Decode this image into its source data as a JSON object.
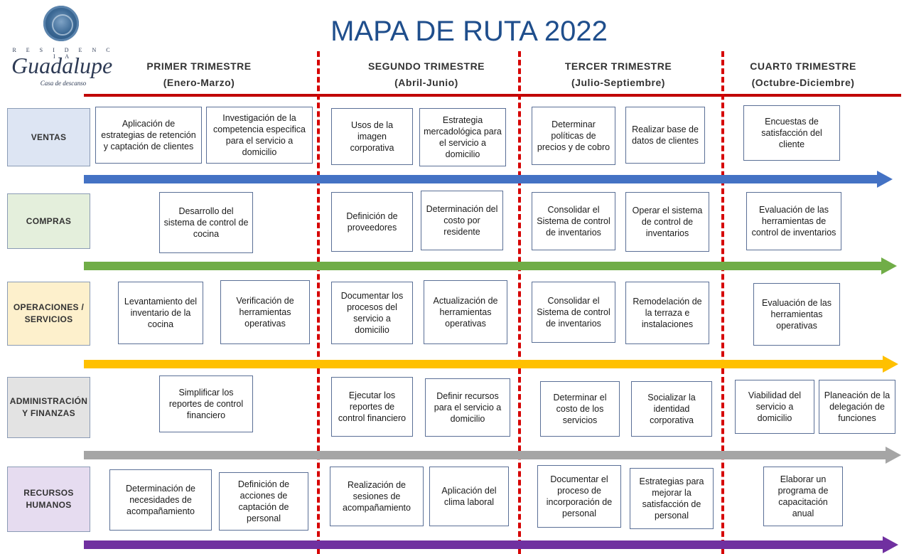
{
  "logo": {
    "top": "R E S I D E N C I A",
    "name": "Guadalupe",
    "sub": "Casa de descanso"
  },
  "title": "MAPA DE RUTA  2022",
  "quarters": [
    {
      "name": "PRIMER TRIMESTRE",
      "months": "(Enero-Marzo)"
    },
    {
      "name": "SEGUNDO TRIMESTRE",
      "months": "(Abril-Junio)"
    },
    {
      "name": "TERCER TRIMESTRE",
      "months": "(Julio-Septiembre)"
    },
    {
      "name": "CUART0 TRIMESTRE",
      "months": "(Octubre-Diciembre)"
    }
  ],
  "rows": [
    {
      "label": "VENTAS",
      "color": "#4472c4",
      "label_bg": "#dde5f3",
      "tasks": [
        "Aplicación de estrategias de retención y captación de clientes",
        "Investigación de la competencia especifica para el servicio a domicilio",
        "Usos de la imagen corporativa",
        "Estrategia mercadológica para el servicio a domicilio",
        "Determinar políticas de precios y de cobro",
        "Realizar base de datos de clientes",
        "Encuestas de satisfacción del cliente"
      ]
    },
    {
      "label": "COMPRAS",
      "color": "#70ad47",
      "label_bg": "#e4efdc",
      "tasks": [
        "Desarrollo del sistema de control de cocina",
        "Definición de proveedores",
        "Determinación del costo por residente",
        "Consolidar el Sistema de control de inventarios",
        "Operar el sistema de control de inventarios",
        "Evaluación de las herramientas de control de inventarios"
      ]
    },
    {
      "label": "OPERACIONES / SERVICIOS",
      "color": "#ffc000",
      "label_bg": "#fdf0cc",
      "tasks": [
        "Levantamiento del inventario de la cocina",
        "Verificación de herramientas operativas",
        "Documentar los procesos del servicio a domicilio",
        "Actualización de herramientas operativas",
        "Consolidar el Sistema de control de inventarios",
        "Remodelación de la terraza e instalaciones",
        "Evaluación de las herramientas operativas"
      ]
    },
    {
      "label": "ADMINISTRACIÓN Y FINANZAS",
      "color": "#a5a5a5",
      "label_bg": "#e3e3e3",
      "tasks": [
        "Simplificar los reportes de control financiero",
        "Ejecutar los reportes de control financiero",
        "Definir recursos para el servicio a domicilio",
        "Determinar el costo de los servicios",
        "Socializar la identidad corporativa",
        "Viabilidad del servicio a domicilio",
        "Planeación de la delegación de funciones"
      ]
    },
    {
      "label": "RECURSOS HUMANOS",
      "color": "#7030a0",
      "label_bg": "#e6dcf0",
      "tasks": [
        "Determinación de necesidades de acompañamiento",
        "Definición de acciones de captación de personal",
        "Realización de sesiones de acompañamiento",
        "Aplicación del clima laboral",
        "Documentar el proceso de incorporación de personal",
        "Estrategias para mejorar la satisfacción de personal",
        "Elaborar un programa de capacitación anual"
      ]
    }
  ]
}
